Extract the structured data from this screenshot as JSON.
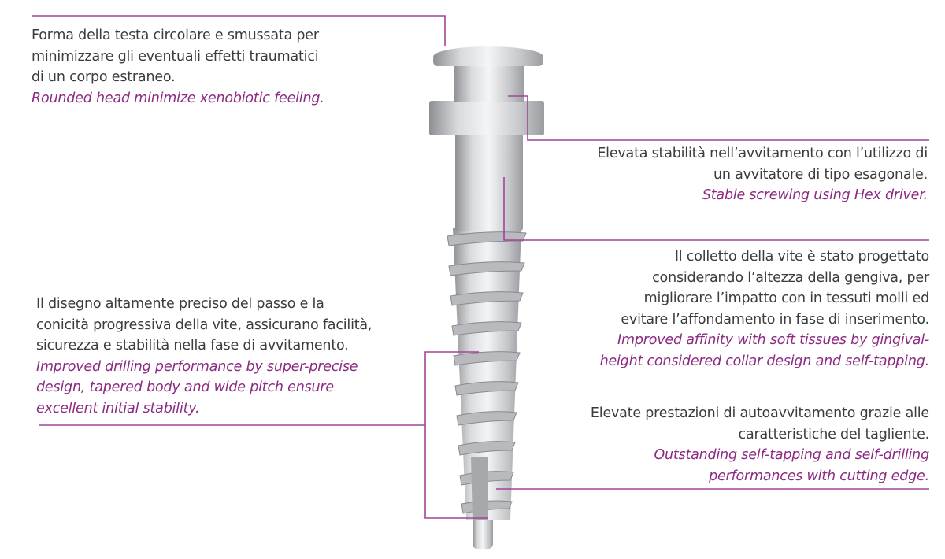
{
  "colors": {
    "accent": "#a0449a",
    "text": "#3c3c3c",
    "english": "#8c2a82"
  },
  "callouts": {
    "head": {
      "it": [
        "Forma della testa circolare e smussata per",
        "minimizzare gli eventuali effetti traumatici",
        "di un corpo estraneo."
      ],
      "en": [
        "Rounded head minimize xenobiotic feeling."
      ]
    },
    "hex": {
      "it": [
        "Elevata stabilità nell’avvitamento con l’utilizzo di",
        "un avvitatore di tipo esagonale."
      ],
      "en": [
        "Stable screwing using Hex driver."
      ]
    },
    "collar": {
      "it": [
        "Il colletto della vite è stato progettato",
        "considerando l’altezza della gengiva, per",
        "migliorare l’impatto con in tessuti molli ed",
        "evitare l’affondamento in fase di inserimento."
      ],
      "en": [
        "Improved affinity with soft tissues by gingival-",
        "height considered collar design and self-tapping."
      ]
    },
    "thread": {
      "it": [
        "Il disegno altamente preciso del passo e la",
        "conicità progressiva della vite, assicurano facilità,",
        "sicurezza e stabilità nella fase di avvitamento."
      ],
      "en": [
        "Improved drilling performance by super-precise",
        "design, tapered body and wide pitch ensure",
        "excellent initial stability."
      ]
    },
    "tip": {
      "it": [
        "Elevate prestazioni di autoavvitamento grazie alle",
        "caratteristiche del tagliente."
      ],
      "en": [
        "Outstanding self-tapping and self-drilling",
        "performances with cutting edge."
      ]
    }
  }
}
